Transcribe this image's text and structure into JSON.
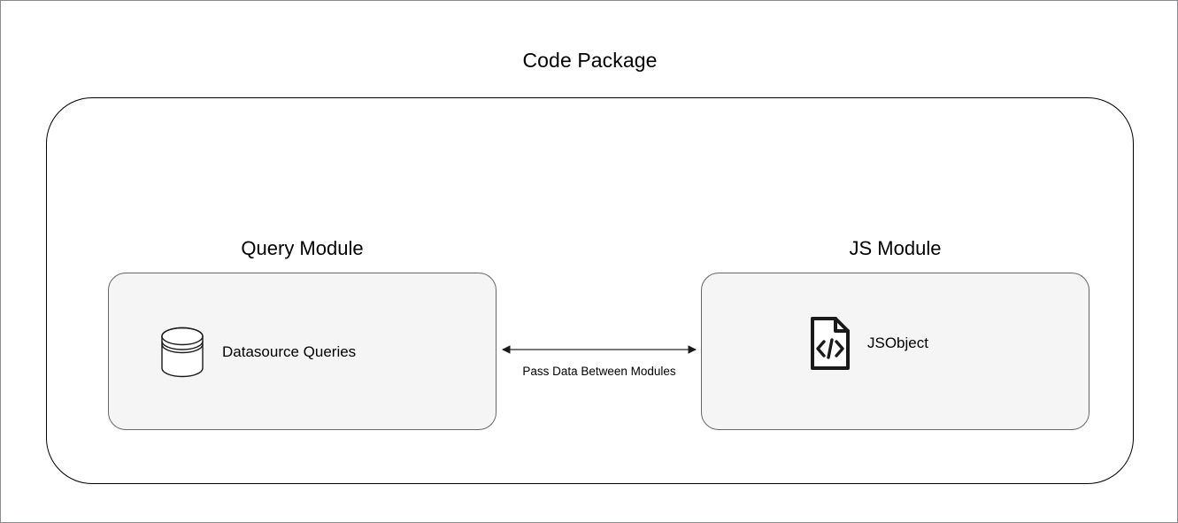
{
  "diagram": {
    "title": "Code Package",
    "modules": [
      {
        "id": "query-module",
        "title": "Query Module",
        "node": {
          "label": "Datasource Queries",
          "icon": "database-cylinder-icon"
        }
      },
      {
        "id": "js-module",
        "title": "JS Module",
        "node": {
          "label": "JSObject",
          "icon": "code-file-icon"
        }
      }
    ],
    "connector": {
      "label": "Pass Data Between Modules",
      "style": "double-headed-arrow",
      "direction": "bidirectional"
    },
    "colors": {
      "page_background": "#ffffff",
      "page_border": "#888c8f",
      "container_border": "#000000",
      "module_fill": "#f5f5f5",
      "module_border": "#666666",
      "text": "#000000",
      "arrow": "#4d4d4d"
    }
  }
}
